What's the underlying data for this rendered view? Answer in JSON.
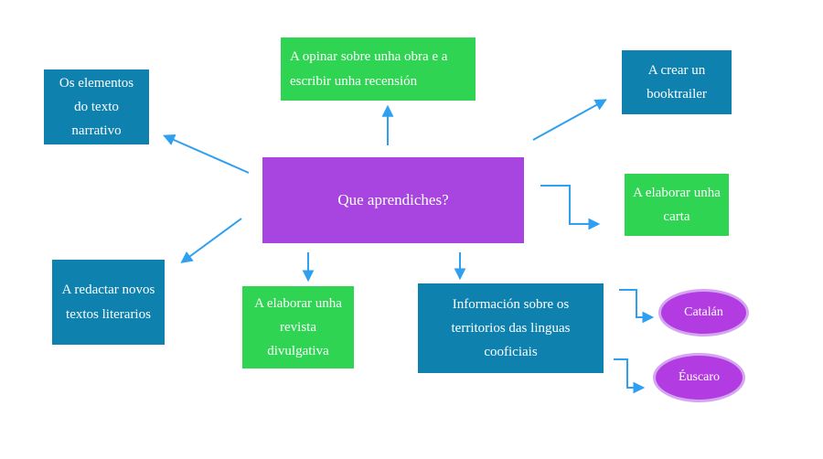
{
  "diagram": {
    "background": "#ffffff",
    "center": {
      "label": "Que aprendiches?",
      "fill": "#a845e0",
      "text_color": "#ffffff",
      "shape": "rectangle"
    },
    "nodes": [
      {
        "id": "elementos-texto-narrativo",
        "label": "Os elementos do texto narrativo",
        "fill": "#0e81ae",
        "shape": "rectangle"
      },
      {
        "id": "opinar-obra-recension",
        "label": "A opinar sobre unha obra e a escribir unha recensión",
        "fill": "#2ed452",
        "shape": "rectangle"
      },
      {
        "id": "crear-booktrailer",
        "label": "A crear un booktrailer",
        "fill": "#0e81ae",
        "shape": "rectangle"
      },
      {
        "id": "elaborar-carta",
        "label": "A elaborar unha carta",
        "fill": "#2ed452",
        "shape": "rectangle"
      },
      {
        "id": "redactar-novos-textos",
        "label": "A redactar novos textos literarios",
        "fill": "#0e81ae",
        "shape": "rectangle"
      },
      {
        "id": "elaborar-revista",
        "label": "A elaborar unha revista divulgativa",
        "fill": "#2ed452",
        "shape": "rectangle"
      },
      {
        "id": "informacion-linguas",
        "label": "Información sobre os territorios das linguas cooficiais",
        "fill": "#0e81ae",
        "shape": "rectangle"
      },
      {
        "id": "catalan",
        "label": "Catalán",
        "fill": "#b23ce2",
        "border": "#d4a5f0",
        "shape": "ellipse"
      },
      {
        "id": "euscaro",
        "label": "Éuscaro",
        "fill": "#b23ce2",
        "border": "#d4a5f0",
        "shape": "ellipse"
      }
    ],
    "connector_color": "#2f9ff0",
    "text_color": "#ffffff"
  }
}
